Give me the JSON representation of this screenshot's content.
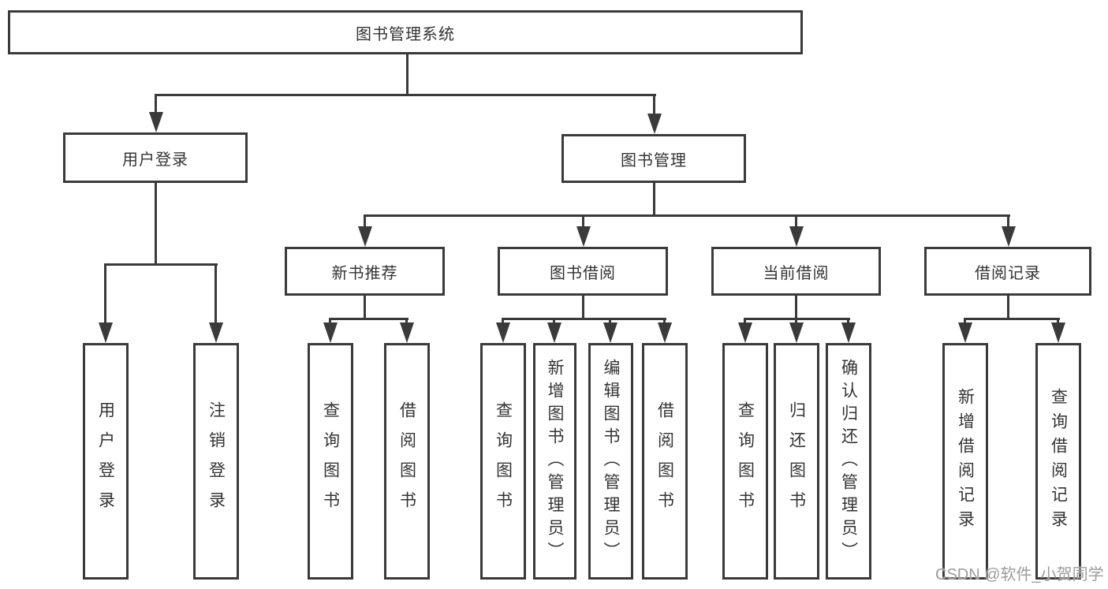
{
  "chart": {
    "root": {
      "label": "图书管理系统"
    },
    "level2": [
      {
        "label": "用户登录",
        "children": [
          "用户登录",
          "注销登录"
        ]
      },
      {
        "label": "图书管理"
      }
    ],
    "level3": [
      {
        "label": "新书推荐",
        "children": [
          "查询图书",
          "借阅图书"
        ]
      },
      {
        "label": "图书借阅",
        "children": [
          "查询图书",
          "新增图书（管理员）",
          "编辑图书（管理员）",
          "借阅图书"
        ]
      },
      {
        "label": "当前借阅",
        "children": [
          "查询图书",
          "归还图书",
          "确认归还（管理员）"
        ]
      },
      {
        "label": "借阅记录",
        "children": [
          "新增借阅记录",
          "查询借阅记录"
        ]
      }
    ]
  },
  "watermark": "CSDN @软件_小贺同学",
  "colors": {
    "line": "#3a3a3a",
    "box_border": "#3a3a3a",
    "text": "#333333",
    "watermark": "#9c9c9c",
    "background": "#ffffff"
  }
}
